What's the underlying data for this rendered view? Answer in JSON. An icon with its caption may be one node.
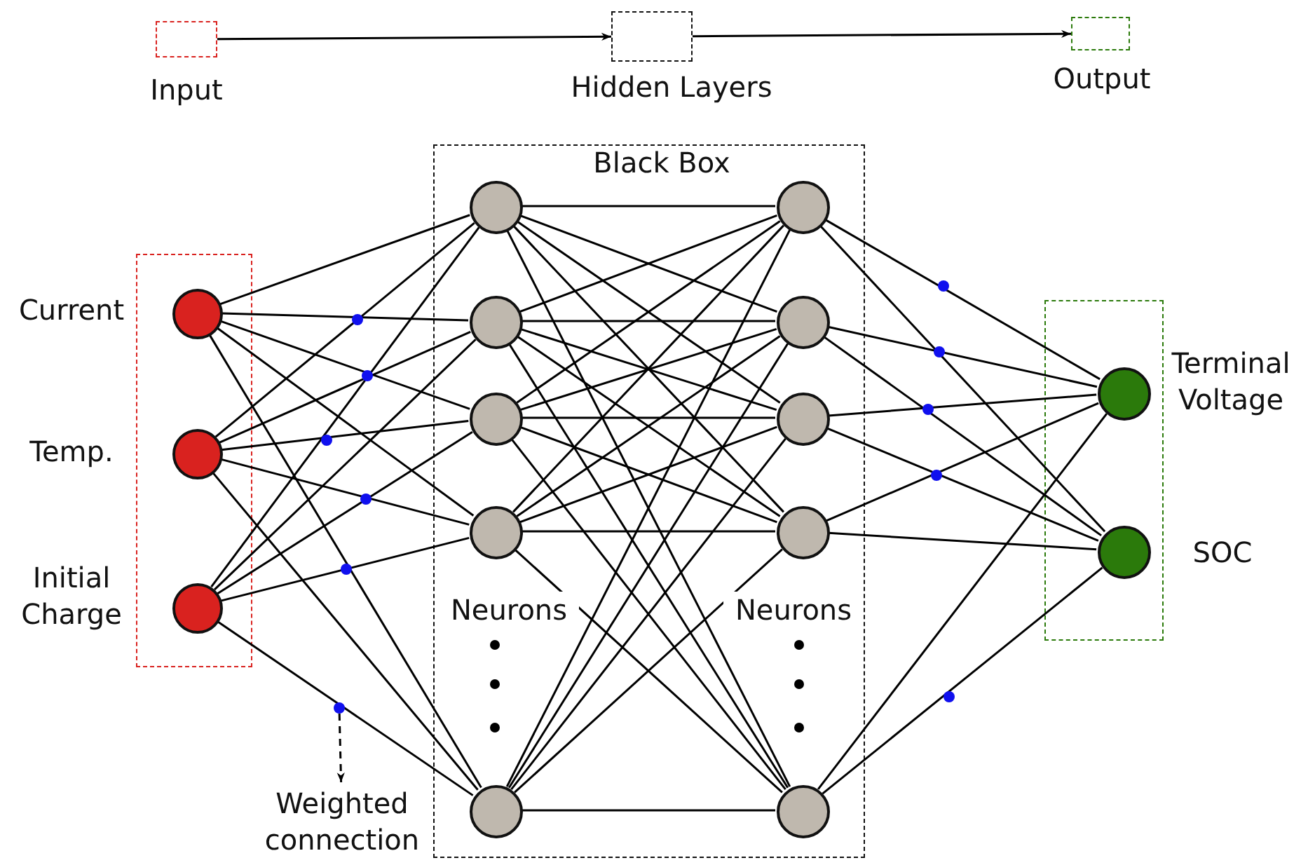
{
  "diagram": {
    "nodes": [
      {
        "text": [
          "Input"
        ]
      },
      {
        "text": [
          "Hidden Layers"
        ]
      },
      {
        "text": [
          "Output"
        ]
      },
      {
        "text": [],
        "shape": "box"
      },
      {
        "text": [],
        "shape": "circle",
        "in": 3,
        "beside": [
          "Current"
        ]
      },
      {
        "text": [],
        "shape": "circle",
        "in": 3,
        "beside": [
          "Temp."
        ]
      },
      {
        "text": [],
        "shape": "circle",
        "in": 3,
        "beside": [
          "Initial Charge"
        ]
      },
      {
        "text": [
          "Black Box",
          "Neurons",
          "Neurons"
        ]
      },
      {
        "text": [],
        "shape": "circle",
        "in": 7
      },
      {
        "text": [],
        "shape": "circle",
        "in": 7
      },
      {
        "text": [],
        "shape": "circle",
        "in": 7
      },
      {
        "text": [],
        "shape": "circle",
        "in": 7
      },
      {
        "text": [],
        "shape": "circle",
        "in": 7
      },
      {
        "text": [],
        "shape": "circle",
        "in": 7
      },
      {
        "text": [],
        "shape": "circle",
        "in": 7
      },
      {
        "text": [],
        "shape": "circle",
        "in": 7
      },
      {
        "text": [],
        "shape": "circle",
        "in": 7
      },
      {
        "text": [],
        "shape": "circle",
        "in": 7
      },
      {
        "text": [],
        "shape": "box"
      },
      {
        "text": [],
        "shape": "circle",
        "in": 18,
        "beside": [
          "Terminal Voltage"
        ]
      },
      {
        "text": [],
        "shape": "circle",
        "in": 18,
        "beside": [
          "SOC"
        ]
      },
      {
        "text": [],
        "shape": "circle"
      },
      {
        "text": [
          "Weighted connection"
        ]
      }
    ],
    "edges": [
      {
        "from": 0,
        "to": 1,
        "arrow": "to"
      },
      {
        "from": 1,
        "to": 2,
        "arrow": "to"
      },
      {
        "from": 4,
        "to": 8,
        "arrow": "none"
      },
      {
        "from": 4,
        "to": 9,
        "arrow": "none"
      },
      {
        "from": 4,
        "to": 10,
        "arrow": "none"
      },
      {
        "from": 4,
        "to": 11,
        "arrow": "none"
      },
      {
        "from": 4,
        "to": 12,
        "arrow": "none"
      },
      {
        "from": 5,
        "to": 8,
        "arrow": "none"
      },
      {
        "from": 5,
        "to": 9,
        "arrow": "none"
      },
      {
        "from": 5,
        "to": 10,
        "arrow": "none"
      },
      {
        "from": 5,
        "to": 11,
        "arrow": "none"
      },
      {
        "from": 5,
        "to": 12,
        "arrow": "none"
      },
      {
        "from": 6,
        "to": 8,
        "arrow": "none"
      },
      {
        "from": 6,
        "to": 9,
        "arrow": "none"
      },
      {
        "from": 6,
        "to": 10,
        "arrow": "none"
      },
      {
        "from": 6,
        "to": 11,
        "arrow": "none"
      },
      {
        "from": 6,
        "to": 12,
        "arrow": "none"
      },
      {
        "from": 8,
        "to": 13,
        "arrow": "none"
      },
      {
        "from": 8,
        "to": 14,
        "arrow": "none"
      },
      {
        "from": 8,
        "to": 15,
        "arrow": "none"
      },
      {
        "from": 8,
        "to": 16,
        "arrow": "none"
      },
      {
        "from": 8,
        "to": 17,
        "arrow": "none"
      },
      {
        "from": 9,
        "to": 13,
        "arrow": "none"
      },
      {
        "from": 9,
        "to": 14,
        "arrow": "none"
      },
      {
        "from": 9,
        "to": 15,
        "arrow": "none"
      },
      {
        "from": 9,
        "to": 16,
        "arrow": "none"
      },
      {
        "from": 9,
        "to": 17,
        "arrow": "none"
      },
      {
        "from": 10,
        "to": 13,
        "arrow": "none"
      },
      {
        "from": 10,
        "to": 14,
        "arrow": "none"
      },
      {
        "from": 10,
        "to": 15,
        "arrow": "none"
      },
      {
        "from": 10,
        "to": 16,
        "arrow": "none"
      },
      {
        "from": 10,
        "to": 17,
        "arrow": "none"
      },
      {
        "from": 11,
        "to": 13,
        "arrow": "none"
      },
      {
        "from": 11,
        "to": 14,
        "arrow": "none"
      },
      {
        "from": 11,
        "to": 15,
        "arrow": "none"
      },
      {
        "from": 11,
        "to": 16,
        "arrow": "none"
      },
      {
        "from": 11,
        "to": 17,
        "arrow": "none"
      },
      {
        "from": 12,
        "to": 13,
        "arrow": "none"
      },
      {
        "from": 12,
        "to": 14,
        "arrow": "none"
      },
      {
        "from": 12,
        "to": 15,
        "arrow": "none"
      },
      {
        "from": 12,
        "to": 16,
        "arrow": "none"
      },
      {
        "from": 12,
        "to": 17,
        "arrow": "none"
      },
      {
        "from": 13,
        "to": 19,
        "arrow": "none"
      },
      {
        "from": 13,
        "to": 20,
        "arrow": "none"
      },
      {
        "from": 14,
        "to": 19,
        "arrow": "none"
      },
      {
        "from": 14,
        "to": 20,
        "arrow": "none"
      },
      {
        "from": 15,
        "to": 19,
        "arrow": "none"
      },
      {
        "from": 15,
        "to": 20,
        "arrow": "none"
      },
      {
        "from": 16,
        "to": 19,
        "arrow": "none"
      },
      {
        "from": 16,
        "to": 20,
        "arrow": "none"
      },
      {
        "from": 17,
        "to": 19,
        "arrow": "none"
      },
      {
        "from": 17,
        "to": 20,
        "arrow": "none"
      },
      {
        "from": 21,
        "to": 22,
        "arrow": "to",
        "style": "dashed"
      }
    ]
  }
}
